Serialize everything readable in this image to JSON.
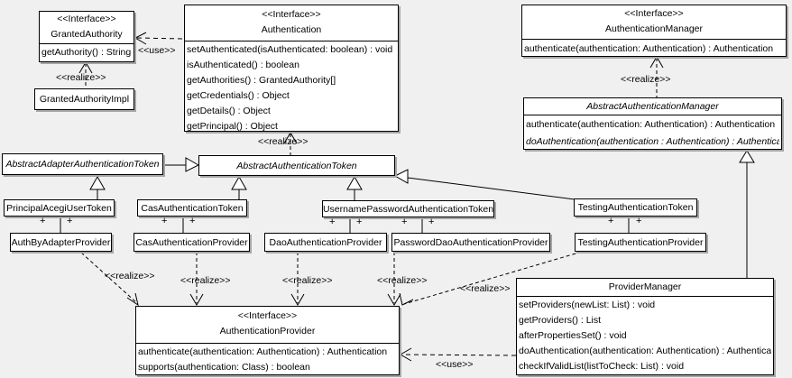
{
  "diagram": {
    "background": "#f0f0f0",
    "box_fill": "#ffffff",
    "border_color": "#000000",
    "shadow_color": "#a6a6a6"
  },
  "stereotypes": {
    "interface": "<<Interface>>",
    "use": "<<use>>",
    "realize": "<<realize>>",
    "plus": "+"
  },
  "classes": {
    "granted_authority": {
      "stereotype": "<<Interface>>",
      "name": "GrantedAuthority",
      "methods": [
        "getAuthority() : String"
      ]
    },
    "granted_authority_impl": {
      "name": "GrantedAuthorityImpl"
    },
    "authentication": {
      "stereotype": "<<Interface>>",
      "name": "Authentication",
      "methods": [
        "setAuthenticated(isAuthenticated: boolean) : void",
        "isAuthenticated() : boolean",
        "getAuthorities() : GrantedAuthority[]",
        "getCredentials() : Object",
        "getDetails() : Object",
        "getPrincipal() : Object"
      ]
    },
    "authentication_manager": {
      "stereotype": "<<Interface>>",
      "name": "AuthenticationManager",
      "methods": [
        "authenticate(authentication: Authentication) : Authentication"
      ]
    },
    "abstract_authentication_manager": {
      "name": "AbstractAuthenticationManager",
      "methods": [
        "authenticate(authentication: Authentication) : Authentication",
        "doAuthentication(authentication : Authentication) : Authentication"
      ]
    },
    "abstract_adapter_authentication_token": {
      "name": "AbstractAdapterAuthenticationToken"
    },
    "abstract_authentication_token": {
      "name": "AbstractAuthenticationToken"
    },
    "principal_acegi_user_token": {
      "name": "PrincipalAcegiUserToken"
    },
    "cas_authentication_token": {
      "name": "CasAuthenticationToken"
    },
    "username_password_authentication_token": {
      "name": "UsernamePasswordAuthenticationToken"
    },
    "testing_authentication_token": {
      "name": "TestingAuthenticationToken"
    },
    "auth_by_adapter_provider": {
      "name": "AuthByAdapterProvider"
    },
    "cas_authentication_provider": {
      "name": "CasAuthenticationProvider"
    },
    "dao_authentication_provider": {
      "name": "DaoAuthenticationProvider"
    },
    "password_dao_authentication_provider": {
      "name": "PasswordDaoAuthenticationProvider"
    },
    "testing_authentication_provider": {
      "name": "TestingAuthenticationProvider"
    },
    "authentication_provider": {
      "stereotype": "<<Interface>>",
      "name": "AuthenticationProvider",
      "methods": [
        "authenticate(authentication: Authentication) : Authentication",
        "supports(authentication: Class) : boolean"
      ]
    },
    "provider_manager": {
      "name": "ProviderManager",
      "methods": [
        "setProviders(newList: List) : void",
        "getProviders() : List",
        "afterPropertiesSet() : void",
        "doAuthentication(authentication: Authentication) : Authentication",
        "checkIfValidList(listToCheck: List) : void"
      ]
    }
  }
}
